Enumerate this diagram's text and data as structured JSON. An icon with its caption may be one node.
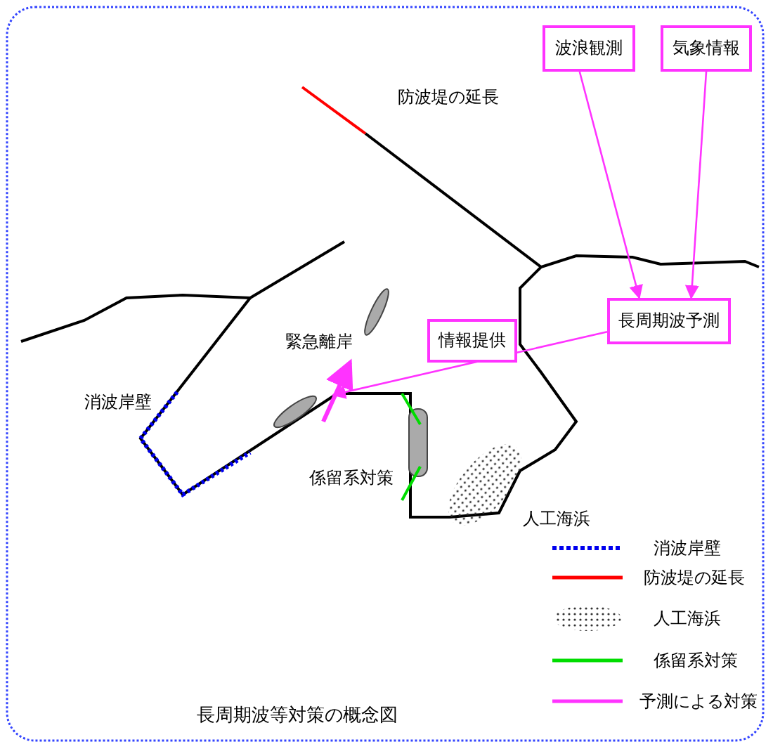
{
  "diagram": {
    "title": "長周期波等対策の概念図",
    "nodes": [
      {
        "text": [
          "波浪観測"
        ]
      },
      {
        "text": [
          "気象情報"
        ]
      },
      {
        "text": [
          "長周期波予測"
        ]
      },
      {
        "text": [
          "情報提供"
        ]
      }
    ],
    "edges": [
      {
        "from": 0,
        "to": 2,
        "arrow": "to"
      },
      {
        "from": 1,
        "to": 2,
        "arrow": "to"
      },
      {
        "from": 2,
        "to": null,
        "arrow": "to"
      }
    ],
    "labels": [
      "防波堤の延長",
      "緊急離岸",
      "消波岸壁",
      "係留系対策",
      "人工海浜"
    ],
    "legend": [
      {
        "text": "消波岸壁"
      },
      {
        "text": "防波堤の延長"
      },
      {
        "text": "人工海浜"
      },
      {
        "text": "係留系対策"
      },
      {
        "text": "予測による対策"
      }
    ]
  }
}
